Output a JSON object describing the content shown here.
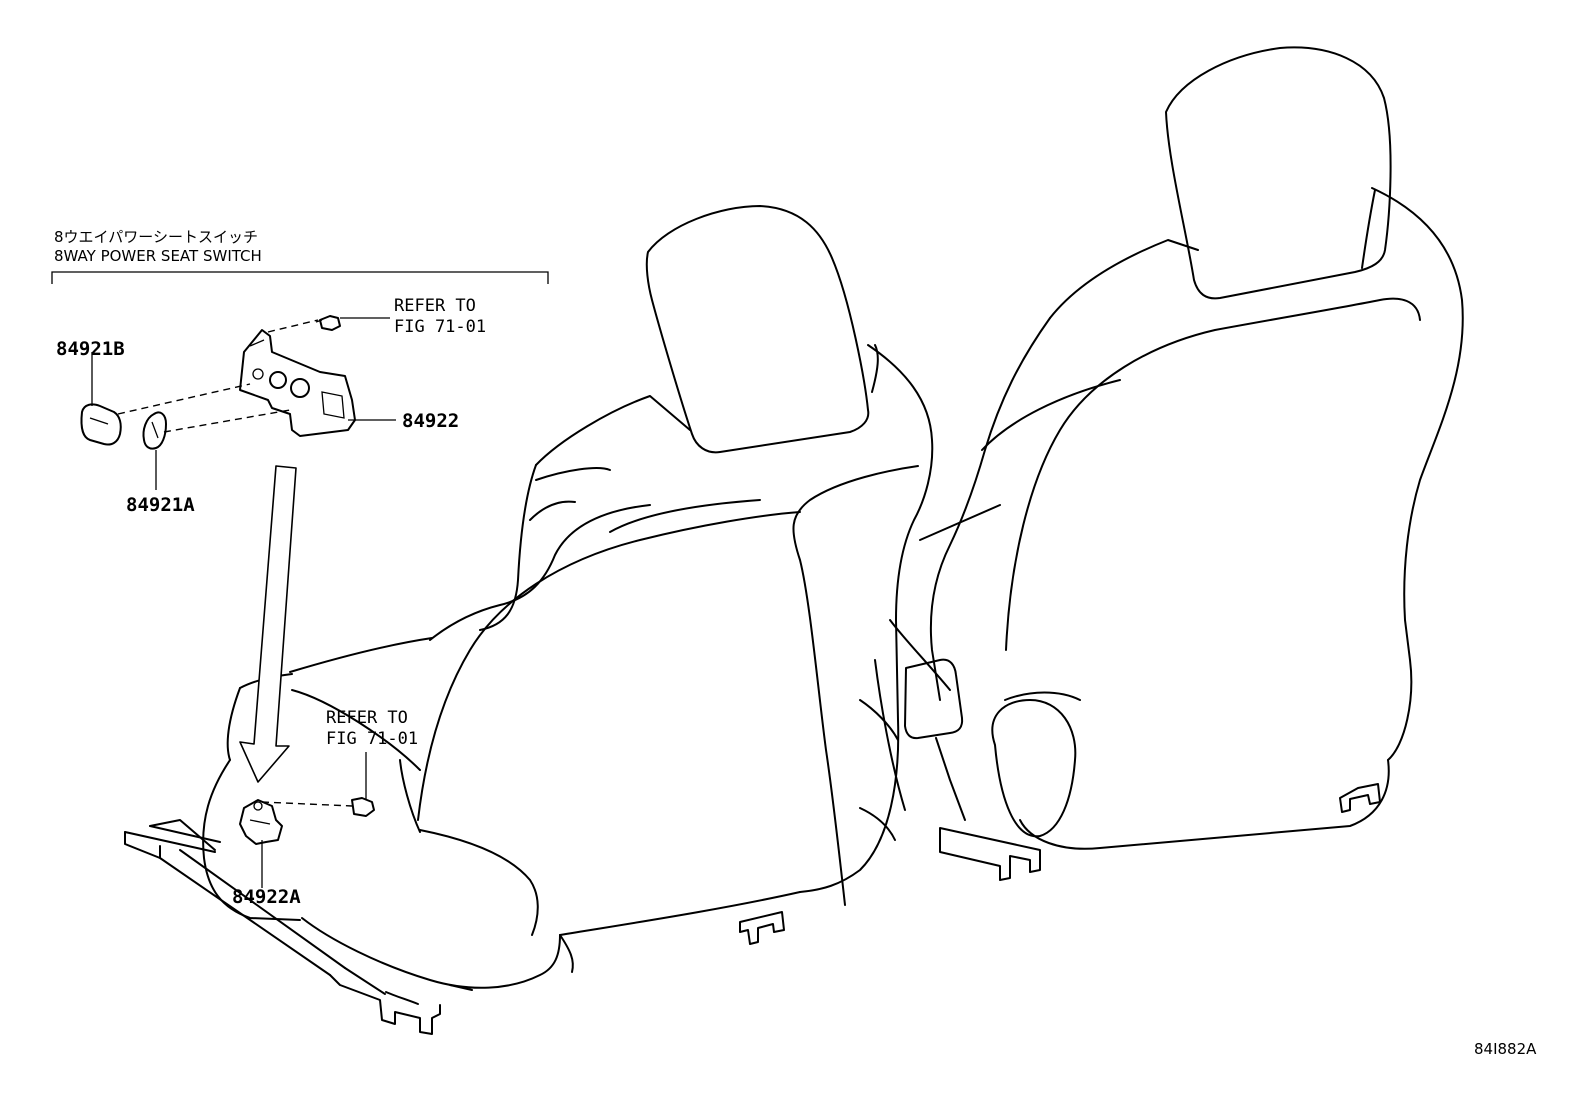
{
  "header": {
    "title_jp": "8ウエイパワーシートスイッチ",
    "title_en": "8WAY POWER SEAT SWITCH"
  },
  "parts": [
    {
      "id": "p1",
      "label": "84921B"
    },
    {
      "id": "p2",
      "label": "84922"
    },
    {
      "id": "p3",
      "label": "84921A"
    },
    {
      "id": "p4",
      "label": "84922A"
    }
  ],
  "references": [
    {
      "id": "ref1",
      "line1": "REFER TO",
      "line2": "FIG 71-01"
    },
    {
      "id": "ref2",
      "line1": "REFER TO",
      "line2": "FIG 71-01"
    }
  ],
  "illustration_code": "84I882A"
}
